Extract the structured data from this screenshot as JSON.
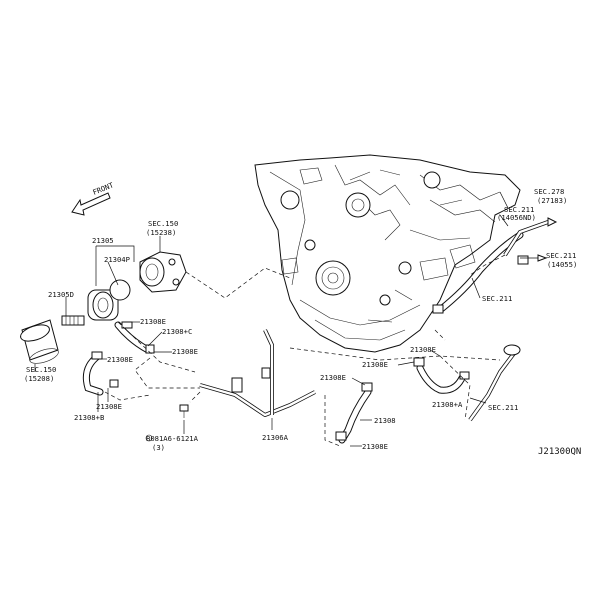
{
  "labels": {
    "front": "FRONT",
    "p21305": "21305",
    "p21304p": "21304P",
    "sec150_top": "SEC.150",
    "sec150_top_ref": "(15238)",
    "p21305d": "21305D",
    "p21308e_a": "21308E",
    "p21308c": "21308+C",
    "p21308e_b": "21308E",
    "p21308e_c": "21308E",
    "sec150_bot": "SEC.150",
    "sec150_bot_ref": "(15208)",
    "p21308e_d": "21308E",
    "p21308b": "21308+B",
    "bolt": "B081A6-6121A",
    "bolt_qty": "(3)",
    "p21306a": "21306A",
    "sec278": "SEC.278",
    "sec278_ref": "(27183)",
    "sec211_a": "SEC.211",
    "sec211_a_ref": "(14056ND)",
    "sec211_b": "SEC.211",
    "sec211_b_ref": "(14055)",
    "sec211_c": "SEC.211",
    "p21308e_e": "21308E",
    "p21308e_f": "21308E",
    "p21308e_g": "21308E",
    "p21308": "21308",
    "p21308a": "21308+A",
    "sec211_d": "SEC.211",
    "p21308e_h": "21308E",
    "diagram_code": "J21300QN"
  }
}
